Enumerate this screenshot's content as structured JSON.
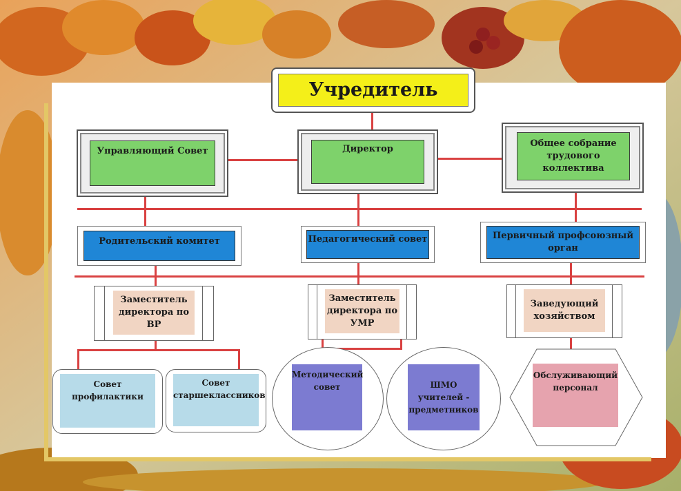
{
  "colors": {
    "line": "#d94141",
    "founder_fill": "#f4ef19",
    "green": "#7ed26b",
    "blue": "#1f86d6",
    "peach": "#f1d5c3",
    "lightblue": "#b7dbe9",
    "violet": "#7c7bd1",
    "pink": "#e6a3ae"
  },
  "diagram": {
    "founder": "Учредитель",
    "level1": {
      "left": "Управляющий Совет",
      "center": "Директор",
      "right": "Общее собрание трудового коллектива"
    },
    "level2": {
      "left": "Родительский комитет",
      "center": "Педагогический совет",
      "right": "Первичный профсоюзный орган"
    },
    "level3": {
      "left": "Заместитель директора по ВР",
      "center": "Заместитель директора по УМР",
      "right": "Заведующий хозяйством"
    },
    "level4": {
      "prevention": "Совет профилактики",
      "seniors": "Совет старшеклассников",
      "methodical": "Методический совет",
      "shmo": "ШМО учителей - предметников",
      "service": "Обслуживающий персонал"
    }
  }
}
